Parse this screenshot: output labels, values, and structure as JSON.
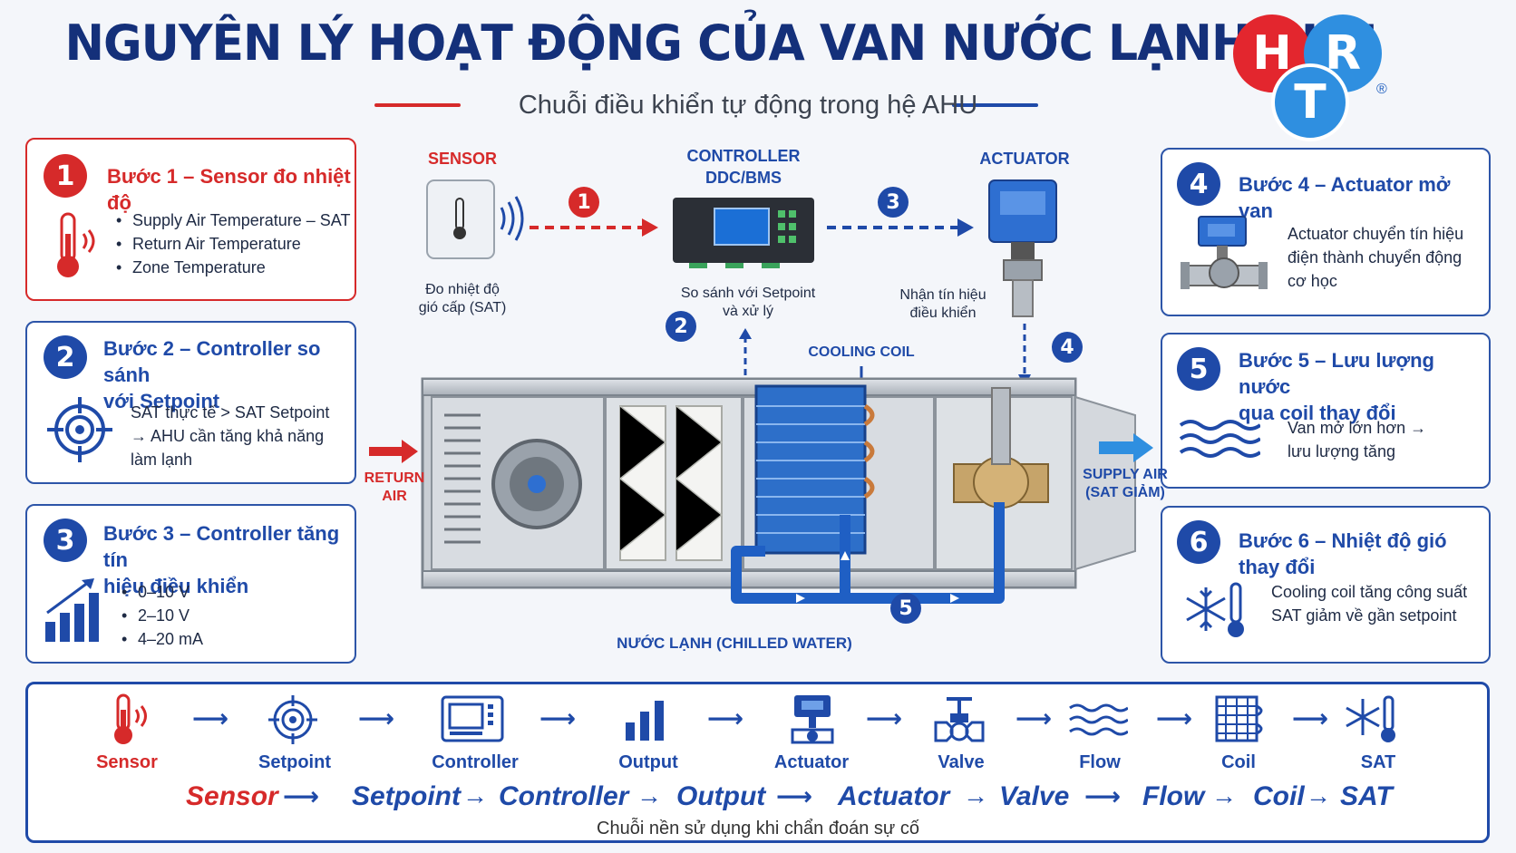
{
  "header": {
    "title": "NGUYÊN LÝ HOẠT ĐỘNG CỦA VAN NƯỚC LẠNH AHU",
    "subtitle": "Chuỗi điều khiển tự động trong hệ AHU"
  },
  "logo": {
    "letters": [
      "H",
      "R",
      "T"
    ],
    "registered": "®",
    "colors": {
      "red": "#e3262e",
      "blue": "#2f8fe0"
    }
  },
  "steps": [
    {
      "num": "1",
      "title": "Bước 1 – Sensor đo nhiệt độ",
      "bullets": [
        "Supply Air Temperature – SAT",
        "Return Air Temperature",
        "Zone Temperature"
      ],
      "icon": "thermometer-icon"
    },
    {
      "num": "2",
      "title_l1": "Bước 2 – Controller so sánh",
      "title_l2": "với Setpoint",
      "text_l1": "SAT thực tế > SAT Setpoint",
      "text_l2": "→ AHU cần tăng khả năng",
      "text_l3": "làm lạnh",
      "icon": "target-icon"
    },
    {
      "num": "3",
      "title_l1": "Bước 3 – Controller tăng tín",
      "title_l2": "hiệu điều khiển",
      "bullets": [
        "0–10 V",
        "2–10 V",
        "4–20 mA"
      ],
      "icon": "bar-chart-icon"
    },
    {
      "num": "4",
      "title": "Bước 4 – Actuator mở van",
      "text_l1": "Actuator chuyển tín hiệu",
      "text_l2": "điện thành chuyển động",
      "text_l3": "cơ học",
      "icon": "actuator-valve-icon"
    },
    {
      "num": "5",
      "title_l1": "Bước 5 – Lưu lượng nước",
      "title_l2": "qua coil thay đổi",
      "text_l1": "Van mở lớn hơn →",
      "text_l2": "lưu lượng tăng",
      "icon": "water-waves-icon"
    },
    {
      "num": "6",
      "title": "Bước 6 – Nhiệt độ gió thay đổi",
      "text_l1": "Cooling coil tăng công suất",
      "text_l2": "SAT giảm về gần setpoint",
      "icon": "snowflake-thermometer-icon"
    }
  ],
  "diagram": {
    "sensor_label": "SENSOR",
    "sensor_text_l1": "Đo nhiệt độ",
    "sensor_text_l2": "gió cấp (SAT)",
    "controller_label_l1": "CONTROLLER",
    "controller_label_l2": "DDC/BMS",
    "controller_text_l1": "So sánh với Setpoint",
    "controller_text_l2": "và xử lý",
    "actuator_label": "ACTUATOR",
    "actuator_text_l1": "Nhận tín hiệu",
    "actuator_text_l2": "điều khiển",
    "cooling_coil": "COOLING COIL",
    "return_air_l1": "RETURN",
    "return_air_l2": "AIR",
    "supply_air_l1": "SUPPLY AIR",
    "supply_air_l2": "(SAT GIẢM)",
    "chilled_water": "NƯỚC LẠNH (CHILLED WATER)",
    "markers": [
      "1",
      "2",
      "3",
      "4",
      "5"
    ]
  },
  "chain": {
    "icons": [
      {
        "label": "Sensor",
        "icon": "thermometer-icon"
      },
      {
        "label": "Setpoint",
        "icon": "target-icon"
      },
      {
        "label": "Controller",
        "icon": "controller-icon"
      },
      {
        "label": "Output",
        "icon": "bar-chart-icon"
      },
      {
        "label": "Actuator",
        "icon": "actuator-icon"
      },
      {
        "label": "Valve",
        "icon": "valve-icon"
      },
      {
        "label": "Flow",
        "icon": "water-waves-icon"
      },
      {
        "label": "Coil",
        "icon": "coil-icon"
      },
      {
        "label": "SAT",
        "icon": "snowflake-thermometer-icon"
      }
    ],
    "flow_words": [
      "Sensor",
      "Setpoint",
      "Controller",
      "Output",
      "Actuator",
      "Valve",
      "Flow",
      "Coil",
      "SAT"
    ],
    "note": "Chuỗi nền sử dụng khi chẩn đoán sự cố"
  },
  "colors": {
    "primary_blue": "#1f4aa8",
    "accent_red": "#d62a2a",
    "navy": "#14307a"
  }
}
